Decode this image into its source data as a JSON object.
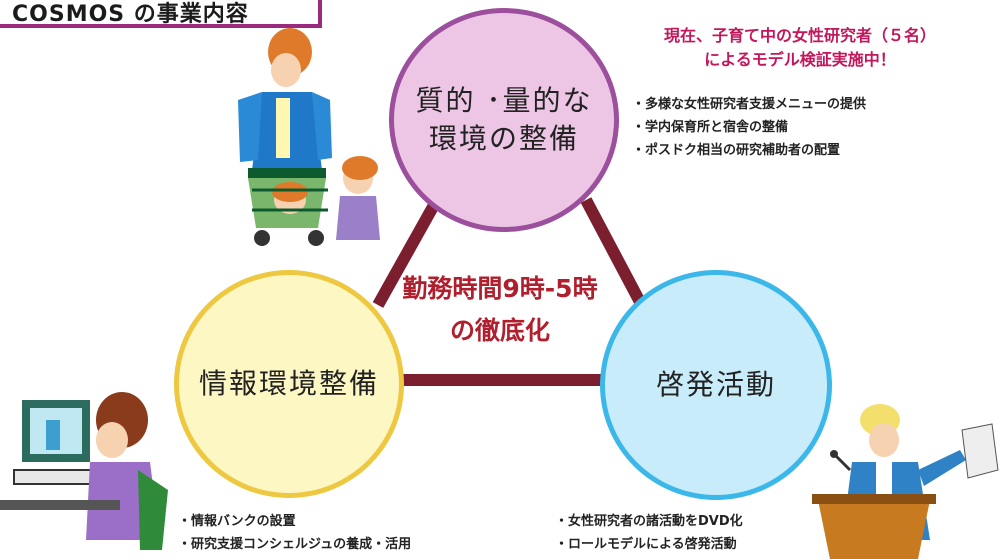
{
  "title": "COSMOS の事業内容",
  "top_note": {
    "line1": "現在、子育て中の女性研究者（５名）",
    "line2": "によるモデル検証実施中！"
  },
  "circles": {
    "top": {
      "line1": "質的 ･量的な",
      "line2": "環境の整備"
    },
    "left": {
      "label": "情報環境整備"
    },
    "right": {
      "label": "啓発活動"
    }
  },
  "center": {
    "line1": "勤務時間9時-5時",
    "line2": "の徹底化"
  },
  "bullets_top": [
    "・多様な女性研究者支援メニューの提供",
    "・学内保育所と宿舎の整備",
    "・ポスドク相当の研究補助者の配置"
  ],
  "bullets_left": [
    "・情報バンクの設置",
    "・研究支援コンシェルジュの養成・活用"
  ],
  "bullets_right": [
    "・女性研究者の諸活動をDVD化",
    "・ロールモデルによる啓発活動"
  ],
  "colors": {
    "connector": "#7b1f2e",
    "accent_pink": "#c2185b",
    "center_red": "#b01f2e",
    "circle_top": "#ecc6e4",
    "circle_left": "#fdf7c4",
    "circle_right": "#c9ecfb"
  }
}
